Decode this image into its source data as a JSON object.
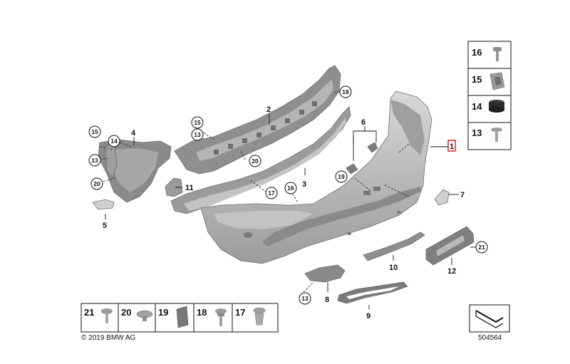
{
  "callouts": {
    "c1": "1",
    "c2": "2",
    "c3": "3",
    "c4": "4",
    "c5": "5",
    "c6": "6",
    "c7": "7",
    "c8": "8",
    "c9": "9",
    "c10": "10",
    "c11": "11",
    "c12": "12"
  },
  "circled": {
    "n18_top": "18",
    "n15_a": "15",
    "n13_a": "13",
    "n15_b": "15",
    "n14_b": "14",
    "n13_b": "13",
    "n20_b": "20",
    "n20_a": "20",
    "n17": "17",
    "n16": "16",
    "n19": "19",
    "n21": "21",
    "n13_c": "13"
  },
  "legend_right": [
    {
      "number": "16",
      "icon": "screw-icon"
    },
    {
      "number": "15",
      "icon": "nut-clip-icon"
    },
    {
      "number": "14",
      "icon": "rubber-buffer-icon"
    },
    {
      "number": "13",
      "icon": "screw-icon"
    }
  ],
  "legend_bottom": [
    {
      "number": "21",
      "icon": "screw-icon"
    },
    {
      "number": "20",
      "icon": "expanding-rivet-icon"
    },
    {
      "number": "19",
      "icon": "clip-plate-icon"
    },
    {
      "number": "18",
      "icon": "collar-screw-icon"
    },
    {
      "number": "17",
      "icon": "expanding-rivet-icon"
    }
  ],
  "footer": {
    "copyright": "© 2019 BMW AG",
    "diagram_number": "504564"
  }
}
